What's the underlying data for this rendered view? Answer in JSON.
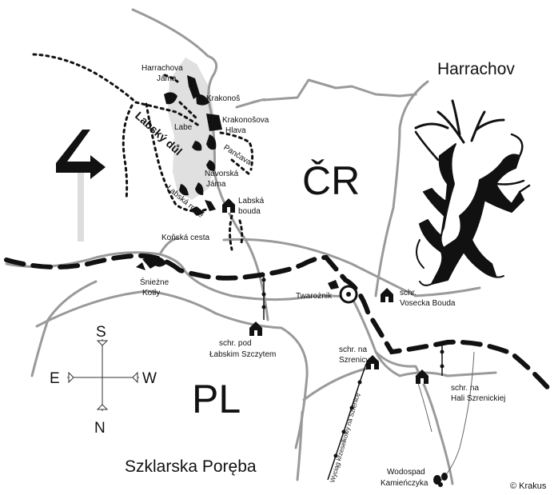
{
  "map": {
    "towns": {
      "harrachov": "Harrachov",
      "szklarska": "Szklarska Poręba"
    },
    "countries": {
      "cz": "ČR",
      "pl": "PL"
    },
    "valley": "Labský důl",
    "places": {
      "harrachova_jama_1": "Harrachova",
      "harrachova_jama_2": "Jáma",
      "krakonos": "Krakonoš",
      "labe": "Labe",
      "krakonosova_1": "Krakonošova",
      "krakonosova_2": "Hlava",
      "pancava": "Pančava",
      "navorska_1": "Navorská",
      "navorska_2": "Jáma",
      "labska_rokle": "Labská rokle",
      "labska_bouda_1": "Labská",
      "labska_bouda_2": "bouda",
      "konska_cesta": "Koňská cesta",
      "snezne_1": "Śnieżne",
      "snezne_2": "Kotły",
      "twarożnik": "Twarożnik",
      "vosecka_1": "schr.",
      "vosecka_2": "Vosecka Bouda",
      "pod_labskim_1": "schr. pod",
      "pod_labskim_2": "Łabskim Szczytem",
      "na_szrenicy_1": "schr. na",
      "na_szrenicy_2": "Szrenicy",
      "hali_1": "schr. na",
      "hali_2": "Hali Szrenickiej",
      "wodospad_1": "Wodospad",
      "wodospad_2": "Kamieńczyka",
      "wyciag": "Wyciąg krzesełkowy na Szrenicę"
    },
    "compass": {
      "s": "S",
      "e": "E",
      "w": "W",
      "n": "N"
    },
    "copyright": "© Krakus",
    "colors": {
      "ink": "#111111",
      "road": "#9a9a9a",
      "river": "#a8a8a8",
      "shade": "#e0e0e0"
    },
    "icons": [
      "shelter-icon",
      "direction-arrow-icon",
      "compass-rose-icon",
      "krakonos-figure-icon",
      "viewpoint-circle-icon",
      "waterfall-icon"
    ]
  }
}
